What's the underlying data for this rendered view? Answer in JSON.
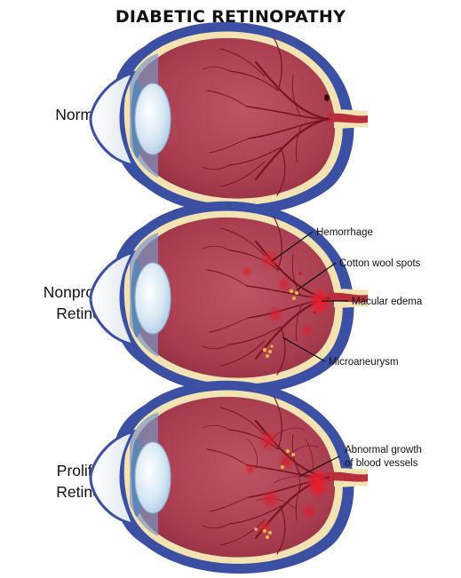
{
  "title": "DIABETIC RETINOPATHY",
  "stages": [
    {
      "label_lines": [
        "Normal Eye"
      ]
    },
    {
      "label_lines": [
        "Nonproliferative",
        "Retinopathy"
      ]
    },
    {
      "label_lines": [
        "Proliferative",
        "Retinopathy"
      ]
    }
  ],
  "annotations": {
    "hemorrhage": "Hemorrhage",
    "cotton_wool_spots": "Cotton wool spots",
    "macular_edema": "Macular edema",
    "microaneurysm": "Microaneurysm",
    "abnormal_growth_line1": "Abnormal growth",
    "abnormal_growth_line2": "of blood vessels"
  },
  "colors": {
    "sclera": "#3b4fa3",
    "interior": "#b04455",
    "retina": "#f3e3b3",
    "vessel": "#7a1420",
    "lens": "#cfe3f3",
    "iris": "#5c86b4",
    "cornea": "#e9eef5",
    "hemorrhage": "#d2202e",
    "cotton_wool": "#f0b84a"
  }
}
